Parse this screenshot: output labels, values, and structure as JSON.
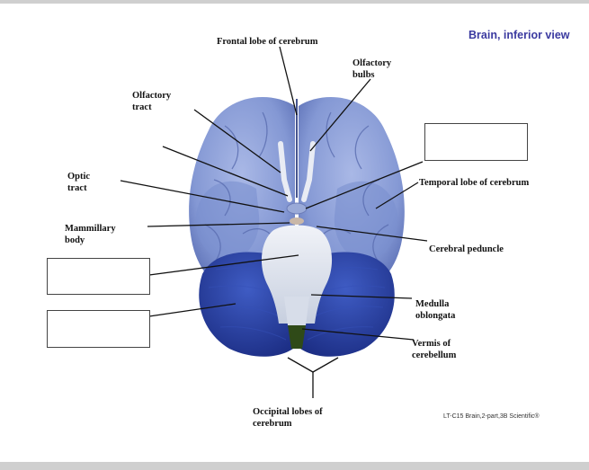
{
  "title": "Brain, inferior view",
  "labels": {
    "frontal_lobe": "Frontal lobe of cerebrum",
    "olfactory_bulbs": "Olfactory\nbulbs",
    "olfactory_tract": "Olfactory\ntract",
    "optic_tract": "Optic\ntract",
    "mammillary_body": "Mammillary\nbody",
    "temporal_lobe": "Temporal lobe of cerebrum",
    "cerebral_peduncle": "Cerebral peduncle",
    "medulla": "Medulla\noblongata",
    "vermis": "Vermis of\ncerebellum",
    "occipital": "Occipital lobes of\ncerebrum"
  },
  "credit": "LT-C15 Brain,2-part,3B Scientific®",
  "colors": {
    "cerebrum": "#8fa3d9",
    "cerebellum": "#2b46a8",
    "brainstem": "#dfe5ef",
    "vermis": "#2f4a18"
  }
}
